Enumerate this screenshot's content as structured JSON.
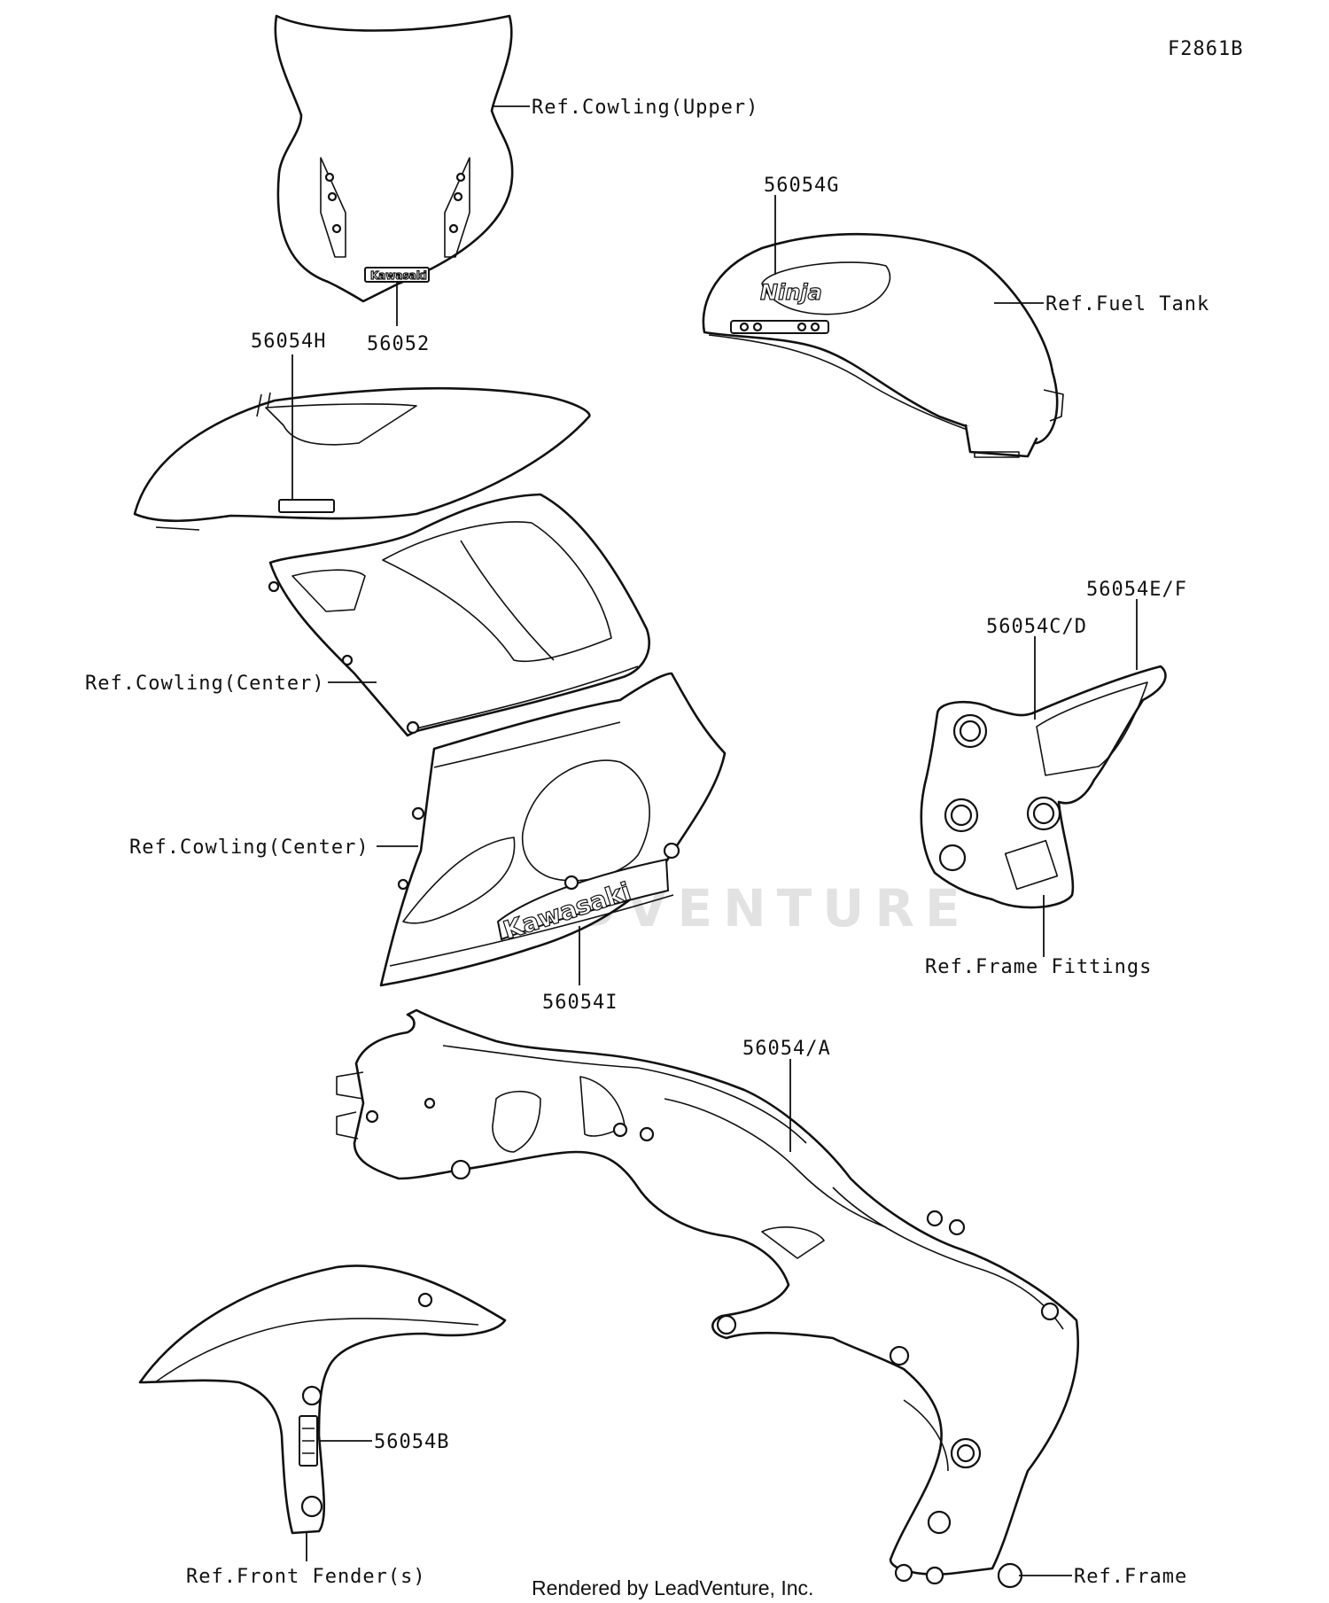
{
  "figure_id": "F2861B",
  "labels": {
    "cowling_upper": "Ref.Cowling(Upper)",
    "p56052": "56052",
    "p56054G": "56054G",
    "fuel_tank": "Ref.Fuel Tank",
    "p56054H": "56054H",
    "cowling_center_1": "Ref.Cowling(Center)",
    "cowling_center_2": "Ref.Cowling(Center)",
    "p56054I": "56054I",
    "p56054EF": "56054E/F",
    "p56054CD": "56054C/D",
    "frame_fittings": "Ref.Frame Fittings",
    "p56054A": "56054/A",
    "p56054B": "56054B",
    "front_fender": "Ref.Front Fender(s)",
    "frame": "Ref.Frame"
  },
  "decals": {
    "kawasaki_small": "Kawasaki",
    "ninja": "Ninja",
    "kawasaki_large": "Kawasaki"
  },
  "watermark": "LEADVENTURE",
  "credit": "Rendered by LeadVenture, Inc.",
  "colors": {
    "line": "#111111",
    "background": "#ffffff",
    "watermark": "#e2e2e2"
  }
}
